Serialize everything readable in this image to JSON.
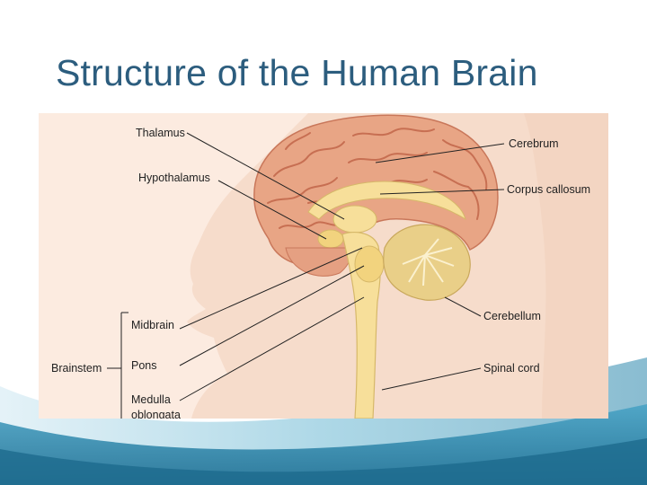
{
  "slide": {
    "title": "Structure of the Human Brain"
  },
  "diagram": {
    "labels": {
      "thalamus": "Thalamus",
      "hypothalamus": "Hypothalamus",
      "cerebrum": "Cerebrum",
      "corpus_callosum": "Corpus callosum",
      "cerebellum": "Cerebellum",
      "spinal_cord": "Spinal cord",
      "midbrain": "Midbrain",
      "pons": "Pons",
      "medulla_line1": "Medulla",
      "medulla_line2": "oblongata",
      "brainstem": "Brainstem"
    }
  },
  "colors": {
    "title": "#2c5d7e",
    "brain": "#e8a585",
    "gyri_lines": "#c2664a",
    "inner_structures": "#f7df9a",
    "cerebellum": "#e9cf88",
    "skin": "#f6dccb",
    "background_wave": "#2f93b8"
  }
}
